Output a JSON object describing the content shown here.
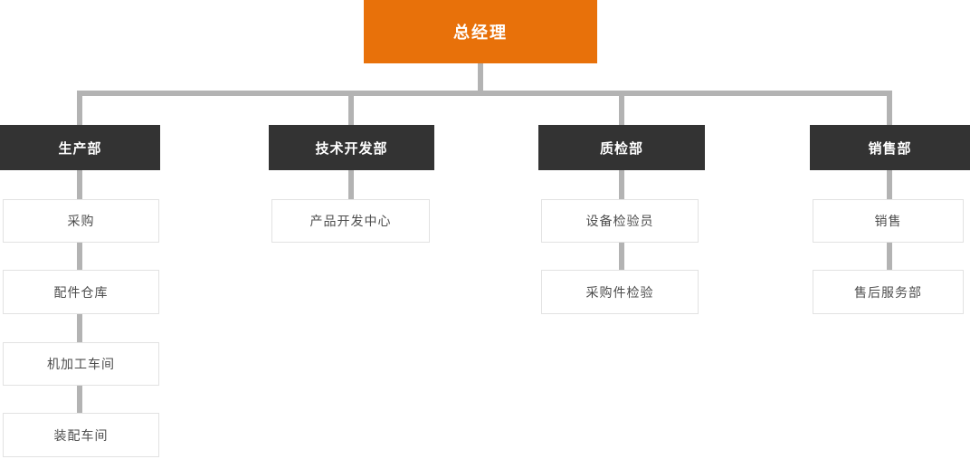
{
  "org_chart": {
    "title_node": {
      "label": "总经理"
    },
    "departments": [
      {
        "label": "生产部",
        "children": [
          "采购",
          "配件仓库",
          "机加工车间",
          "装配车间"
        ]
      },
      {
        "label": "技术开发部",
        "children": [
          "产品开发中心"
        ]
      },
      {
        "label": "质检部",
        "children": [
          "设备检验员",
          "采购件检验"
        ]
      },
      {
        "label": "销售部",
        "children": [
          "销售",
          "售后服务部"
        ]
      }
    ],
    "colors": {
      "root_bg": "#e8710a",
      "root_text": "#ffffff",
      "department_bg": "#333333",
      "department_text": "#ffffff",
      "child_bg": "#ffffff",
      "child_border": "#e2e2e2",
      "child_text": "#4d4d4d",
      "connector": "#b3b3b3"
    }
  }
}
